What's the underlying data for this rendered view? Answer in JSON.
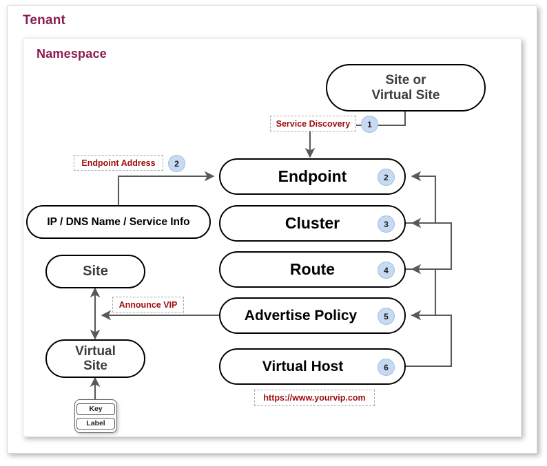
{
  "frame": {
    "tenant_label": "Tenant",
    "namespace_label": "Namespace"
  },
  "colors": {
    "frame_title": "#8a1c52",
    "tag_text": "#9e0b0b",
    "badge_fill": "#c6dbf2",
    "badge_border": "#9ebfe0",
    "node_border": "#000000",
    "node_text_dark": "#3d3d3d",
    "node_text_black": "#000000",
    "wire": "#595959"
  },
  "nodes": {
    "site_or_virtual_site": {
      "label": "Site or\nVirtual Site",
      "line1": "Site or",
      "line2": "Virtual Site"
    },
    "endpoint": {
      "label": "Endpoint",
      "badge": "2"
    },
    "cluster": {
      "label": "Cluster",
      "badge": "3"
    },
    "route": {
      "label": "Route",
      "badge": "4"
    },
    "advertise_policy": {
      "label": "Advertise Policy",
      "badge": "5"
    },
    "virtual_host": {
      "label": "Virtual Host",
      "badge": "6"
    },
    "ip_dns": {
      "label": "IP / DNS Name / Service Info"
    },
    "site": {
      "label": "Site"
    },
    "virtual_site": {
      "line1": "Virtual",
      "line2": "Site"
    }
  },
  "tags": {
    "service_discovery": {
      "text": "Service Discovery",
      "badge": "1"
    },
    "endpoint_address": {
      "text": "Endpoint Address",
      "badge": "2"
    },
    "announce_vip": {
      "text": "Announce VIP"
    },
    "vip_url": {
      "text": "https://www.yourvip.com"
    }
  },
  "legend": {
    "key_label": "Key",
    "label_label": "Label"
  }
}
